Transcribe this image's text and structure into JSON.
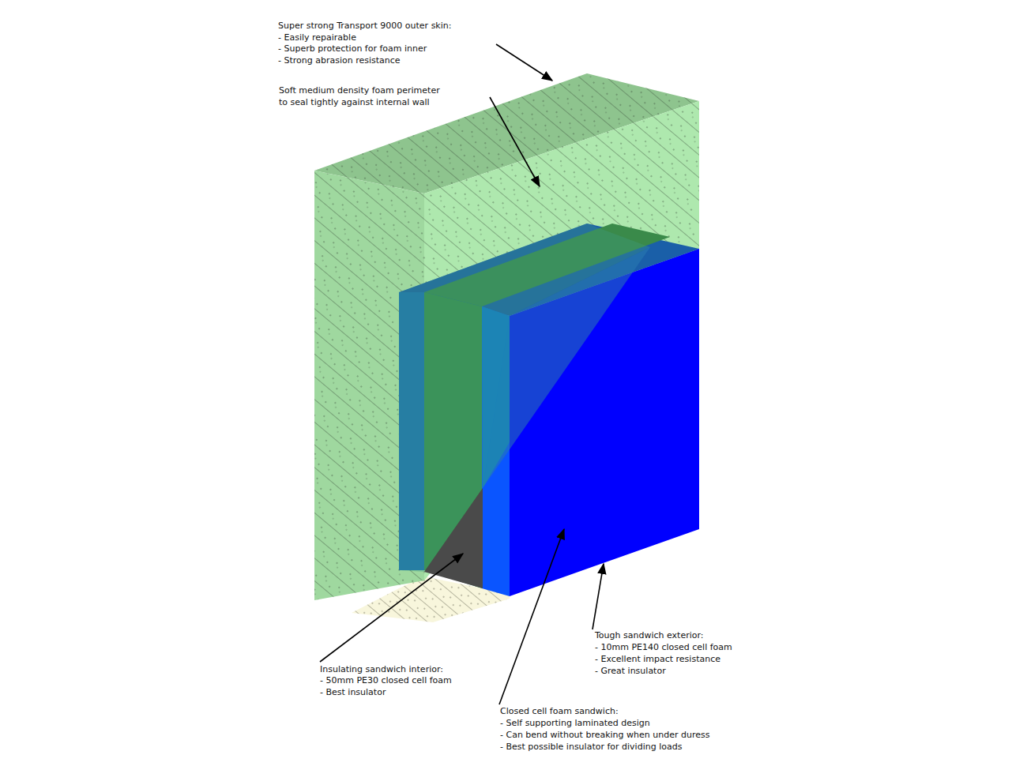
{
  "diagram": {
    "labels": [
      "Super strong Transport 9000 outer skin:",
      "- Easily repairable",
      "- Superb protection for foam inner",
      "- Strong abrasion resistance",
      "Soft medium density foam perimeter",
      "to seal tightly against internal wall",
      "Insulating sandwich interior:",
      "- 50mm PE30 closed cell foam",
      "- Best insulator",
      "Closed cell foam sandwich:",
      "- Self supporting laminated design",
      "- Can bend without breaking when under duress",
      "- Best possible insulator for dividing loads",
      "Tough sandwich exterior:",
      "- 10mm PE140 closed cell foam",
      "- Excellent impact resistance",
      "- Great insulator"
    ]
  }
}
